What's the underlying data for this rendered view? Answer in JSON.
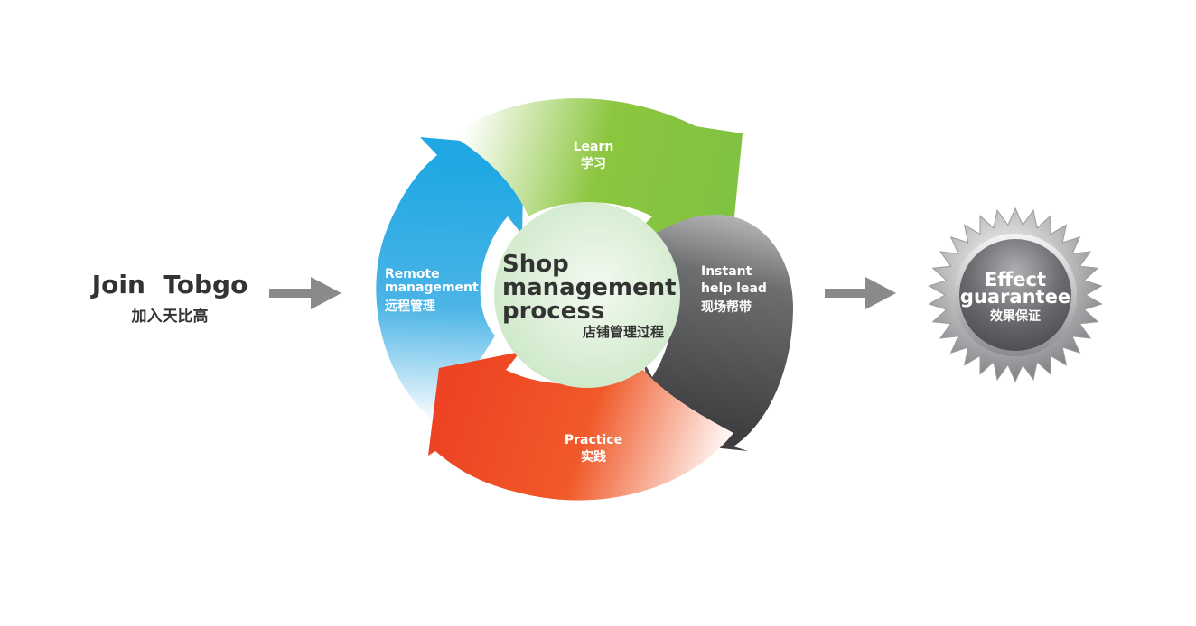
{
  "start": {
    "title": "Join  Tobgo",
    "subtitle": "加入天比高"
  },
  "center": {
    "line1": "Shop",
    "line2": "management",
    "line3": "process",
    "subtitle": "店铺管理过程"
  },
  "steps": {
    "learn": {
      "label": "Learn",
      "label_cn": "学习",
      "color": "#8cc63f"
    },
    "instant": {
      "label1": "Instant",
      "label2": "help lead",
      "label_cn": "现场帮带",
      "color": "#4d4d4f"
    },
    "practice": {
      "label": "Practice",
      "label_cn": "实践",
      "color": "#f04e23"
    },
    "remote": {
      "label1": "Remote",
      "label2": "management",
      "label_cn": "远程管理",
      "color": "#27aae1"
    }
  },
  "result": {
    "line1": "Effect",
    "line2": "guarantee",
    "subtitle": "效果保证"
  },
  "colors": {
    "arrow_gray": "#8a8a8c",
    "text_dark": "#333333",
    "center_fill": "#dff0dc"
  }
}
